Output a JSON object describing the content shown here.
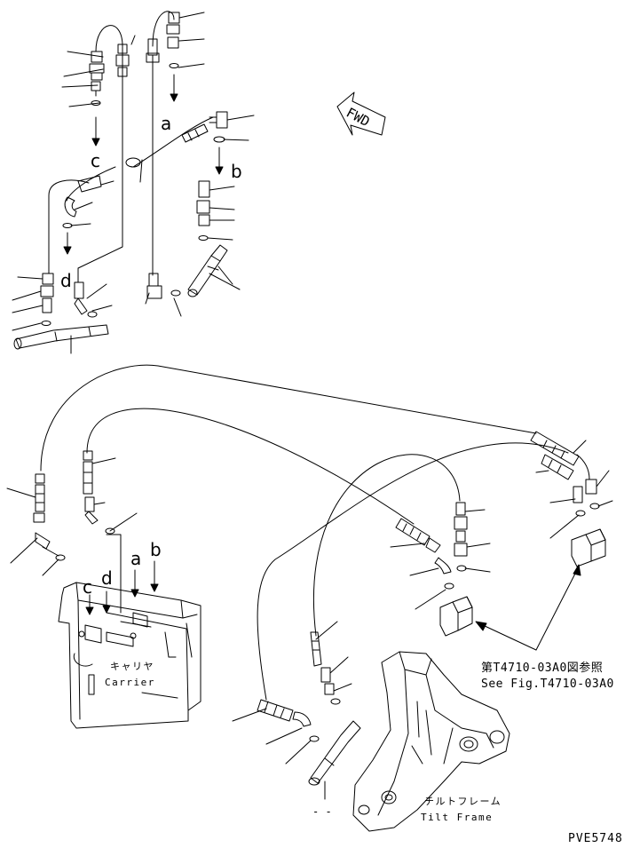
{
  "fwd": "FWD",
  "letters": {
    "a": "a",
    "b": "b",
    "c": "c",
    "d": "d"
  },
  "carrier": {
    "jp": "キャリヤ",
    "en": "Carrier"
  },
  "tilt_frame": {
    "jp": "チルトフレーム",
    "en": "Tilt Frame"
  },
  "reference": {
    "jp": "第T4710-03A0図参照",
    "en": "See Fig.T4710-03A0"
  },
  "dashes": "-  -",
  "drawing_code": "PVE5748",
  "colors": {
    "line": "#000000",
    "background": "#ffffff"
  }
}
